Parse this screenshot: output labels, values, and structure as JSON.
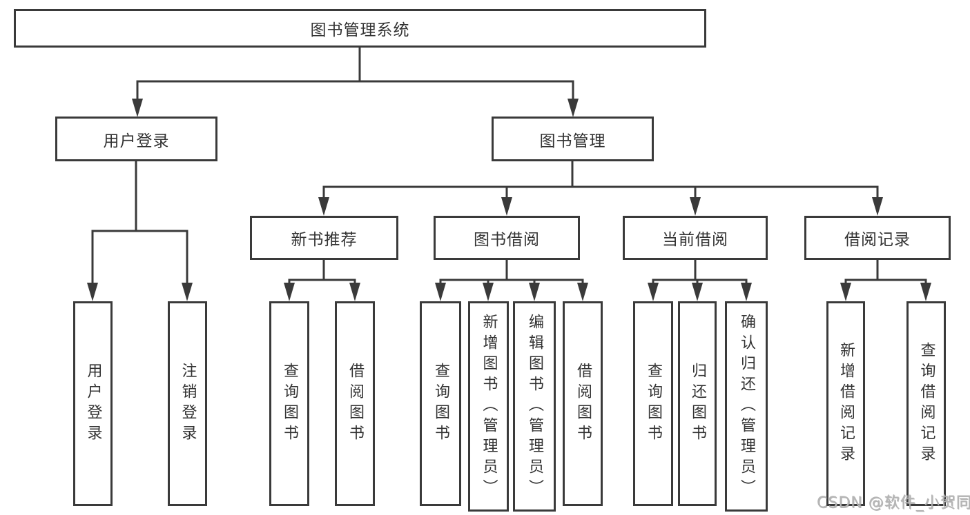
{
  "diagram": {
    "title": "图书管理系统",
    "root": {
      "label": "图书管理系统"
    },
    "level2": [
      {
        "label": "用户登录"
      },
      {
        "label": "图书管理"
      }
    ],
    "level3": [
      {
        "label": "新书推荐"
      },
      {
        "label": "图书借阅"
      },
      {
        "label": "当前借阅"
      },
      {
        "label": "借阅记录"
      }
    ],
    "leaves": {
      "user": [
        "用户登录",
        "注销登录"
      ],
      "recommend": [
        "查询图书",
        "借阅图书"
      ],
      "borrow": [
        "查询图书",
        "新增图书（管理员）",
        "编辑图书（管理员）",
        "借阅图书"
      ],
      "current": [
        "查询图书",
        "归还图书",
        "确认归还（管理员）"
      ],
      "records": [
        "新增借阅记录",
        "查询借阅记录"
      ]
    }
  },
  "watermark": {
    "text": "CSDN @软件_小贺同学"
  },
  "colors": {
    "line": "#3a3a3a",
    "box_border": "#3a3a3a",
    "text": "#333333",
    "watermark": "#b5b5b5",
    "background": "#ffffff"
  }
}
